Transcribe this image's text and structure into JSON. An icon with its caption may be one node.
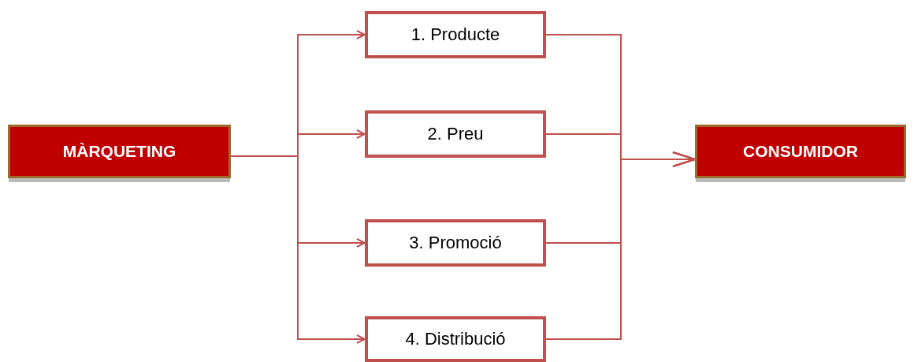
{
  "diagram": {
    "nodes": [
      {
        "text": [
          "MÀRQUETING"
        ]
      },
      {
        "text": [
          "1. Producte"
        ]
      },
      {
        "text": [
          "2. Preu"
        ]
      },
      {
        "text": [
          "3. Promoció"
        ]
      },
      {
        "text": [
          "4. Distribució"
        ]
      },
      {
        "text": [
          "CONSUMIDOR"
        ]
      }
    ],
    "edges": [
      {
        "from": 0,
        "to": 1,
        "arrow": "to"
      },
      {
        "from": 0,
        "to": 2,
        "arrow": "to"
      },
      {
        "from": 0,
        "to": 3,
        "arrow": "to"
      },
      {
        "from": 0,
        "to": 4,
        "arrow": "to"
      },
      {
        "from": 1,
        "to": 5,
        "arrow": "to"
      },
      {
        "from": 2,
        "to": 5,
        "arrow": "to"
      },
      {
        "from": 3,
        "to": 5,
        "arrow": "to"
      },
      {
        "from": 4,
        "to": 5,
        "arrow": "to"
      }
    ]
  }
}
